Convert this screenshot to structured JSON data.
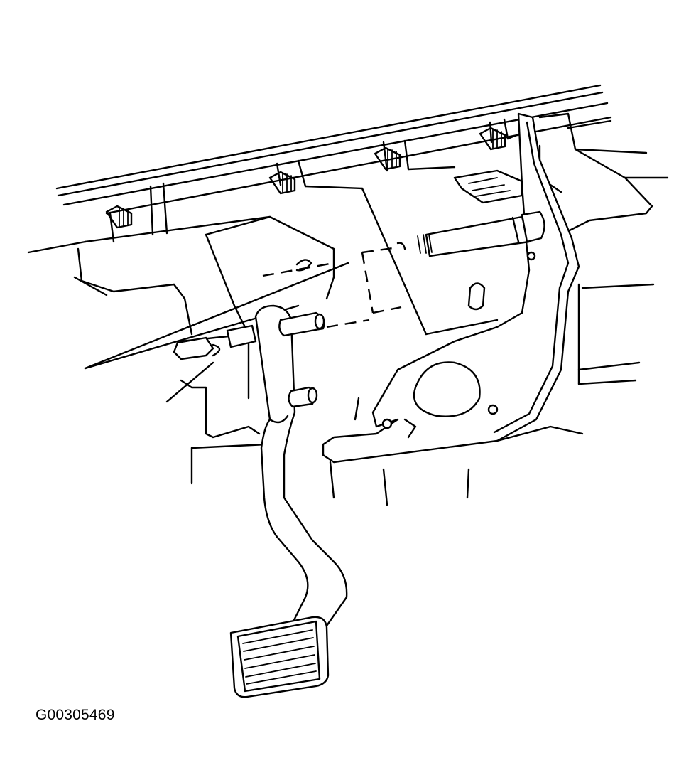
{
  "figure": {
    "id_label": "G00305469",
    "line_color": "#000000",
    "background": "#ffffff"
  },
  "parts": [
    "dash-panel",
    "mounting-studs",
    "brake-pedal-bracket",
    "pivot-bolt",
    "nut",
    "bushing",
    "brake-pedal",
    "pedal-pad"
  ]
}
